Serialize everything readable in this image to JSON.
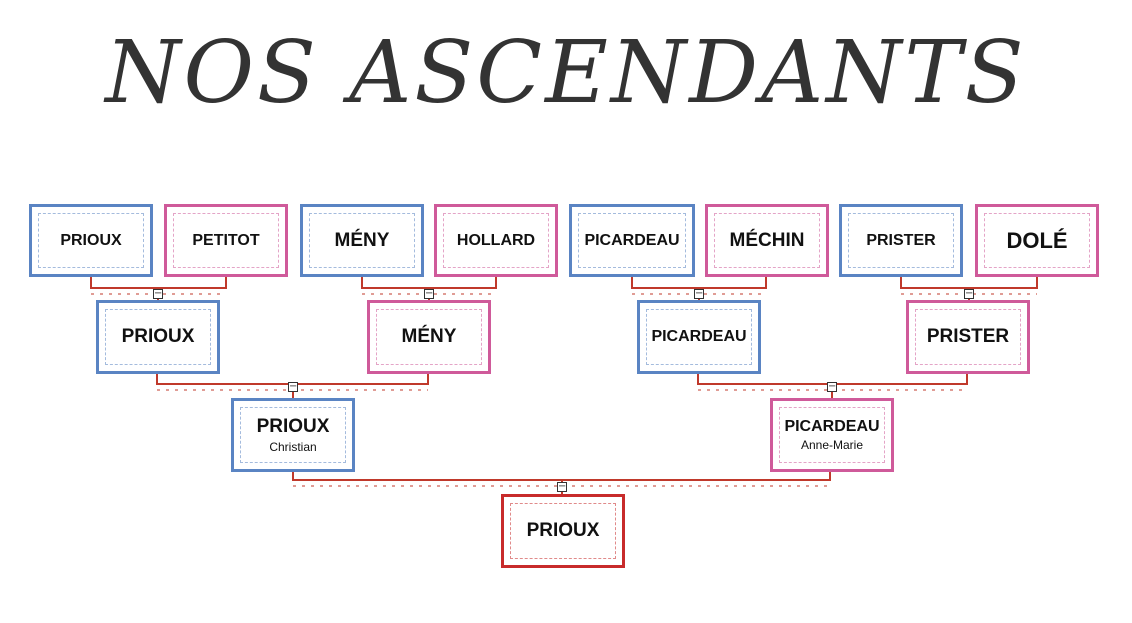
{
  "title": "NOS ASCENDANTS",
  "colors": {
    "male": "#5a84c3",
    "female": "#cf5a9a",
    "root": "#c82b2b",
    "connector": "#c0392b"
  },
  "toggle_symbol": "−",
  "tree": {
    "root": {
      "surname": "PRIOUX"
    },
    "parents": [
      {
        "surname": "PRIOUX",
        "given": "Christian"
      },
      {
        "surname": "PICARDEAU",
        "given": "Anne-Marie"
      }
    ],
    "grandparents": [
      {
        "surname": "PRIOUX"
      },
      {
        "surname": "MÉNY"
      },
      {
        "surname": "PICARDEAU"
      },
      {
        "surname": "PRISTER"
      }
    ],
    "great_grandparents": [
      {
        "surname": "PRIOUX"
      },
      {
        "surname": "PETITOT"
      },
      {
        "surname": "MÉNY"
      },
      {
        "surname": "HOLLARD"
      },
      {
        "surname": "PICARDEAU"
      },
      {
        "surname": "MÉCHIN"
      },
      {
        "surname": "PRISTER"
      },
      {
        "surname": "DOLÉ"
      }
    ]
  }
}
